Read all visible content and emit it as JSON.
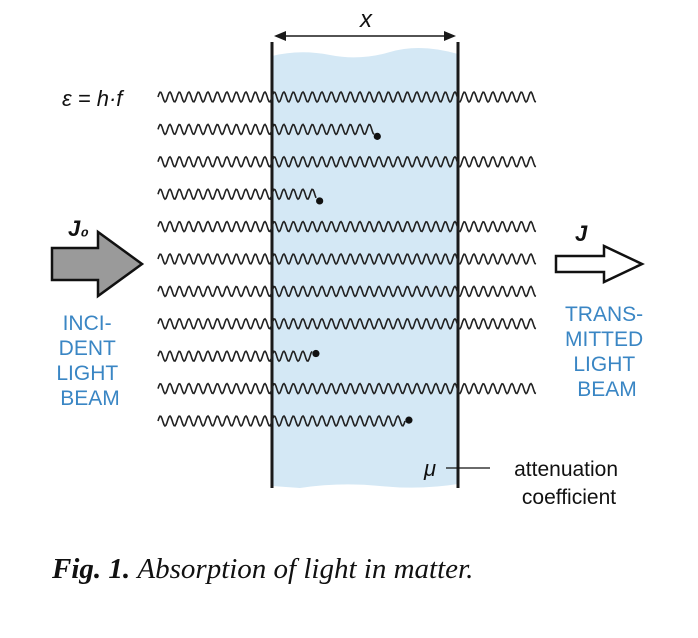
{
  "diagram": {
    "thickness_label": "x",
    "photon_energy_label": "ε = h·f",
    "incident_intensity_label": "J₀",
    "transmitted_intensity_label": "J",
    "incident_beam_lines": [
      "INCI-",
      "DENT",
      "LIGHT",
      "BEAM"
    ],
    "transmitted_beam_lines": [
      "TRANS-",
      "MITTED",
      "LIGHT",
      "BEAM"
    ],
    "mu_symbol": "μ",
    "attenuation_lines": [
      "attenuation",
      "coefficient"
    ],
    "colors": {
      "slab_fill": "#d4e8f5",
      "label_blue": "#3a86c4",
      "arrow_gray": "#9a9a9a",
      "wave": "#222222"
    },
    "photons": [
      {
        "absorbed": false
      },
      {
        "absorbed": true,
        "depth_fraction": 0.55
      },
      {
        "absorbed": false
      },
      {
        "absorbed": true,
        "depth_fraction": 0.24
      },
      {
        "absorbed": false
      },
      {
        "absorbed": false
      },
      {
        "absorbed": false
      },
      {
        "absorbed": false
      },
      {
        "absorbed": true,
        "depth_fraction": 0.22
      },
      {
        "absorbed": false
      },
      {
        "absorbed": true,
        "depth_fraction": 0.72
      }
    ]
  },
  "caption": {
    "number": "Fig. 1.",
    "text": "Absorption of light in matter."
  }
}
